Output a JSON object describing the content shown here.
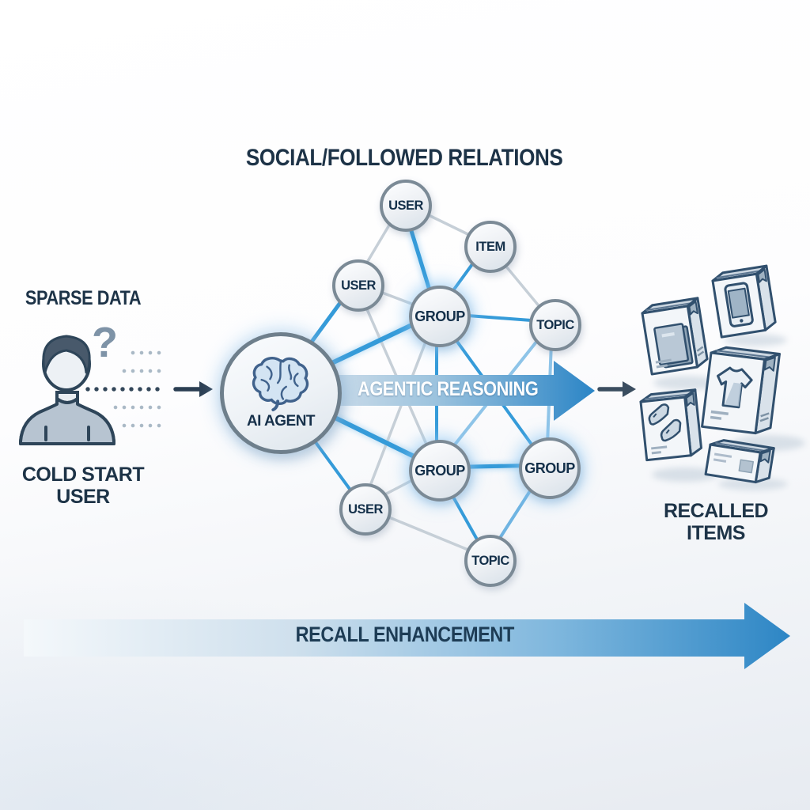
{
  "network": {
    "title": "SOCIAL/FOLLOWED RELATIONS",
    "nodes": [
      {
        "label": "USER"
      },
      {
        "label": "ITEM"
      },
      {
        "label": "USER"
      },
      {
        "label": "GROUP"
      },
      {
        "label": "TOPIC"
      },
      {
        "label": "GROUP"
      },
      {
        "label": "GROUP"
      },
      {
        "label": "USER"
      },
      {
        "label": "TOPIC"
      }
    ]
  },
  "agent": {
    "label": "AI AGENT",
    "icon": "brain-icon"
  },
  "band": {
    "label": "AGENTIC REASONING"
  },
  "left": {
    "sparse_label": "SPARSE DATA",
    "question_mark": "?",
    "icon": "cold-start-user-icon",
    "caption_line1": "COLD START",
    "caption_line2": "USER"
  },
  "right": {
    "caption_line1": "RECALLED",
    "caption_line2": "ITEMS",
    "products": [
      "book-box-icon",
      "phone-box-icon",
      "tshirt-box-icon",
      "shoes-box-icon",
      "parcel-box-icon"
    ]
  },
  "footer": {
    "label": "RECALL ENHANCEMENT"
  },
  "colors": {
    "accent_blue": "#2f8fce",
    "edge_blue": "#359bd9",
    "edge_blue_light": "#8ec4e8",
    "edge_gray": "#c6cfd7",
    "text_dark": "#1d3347",
    "band_text": "#ffffff"
  }
}
